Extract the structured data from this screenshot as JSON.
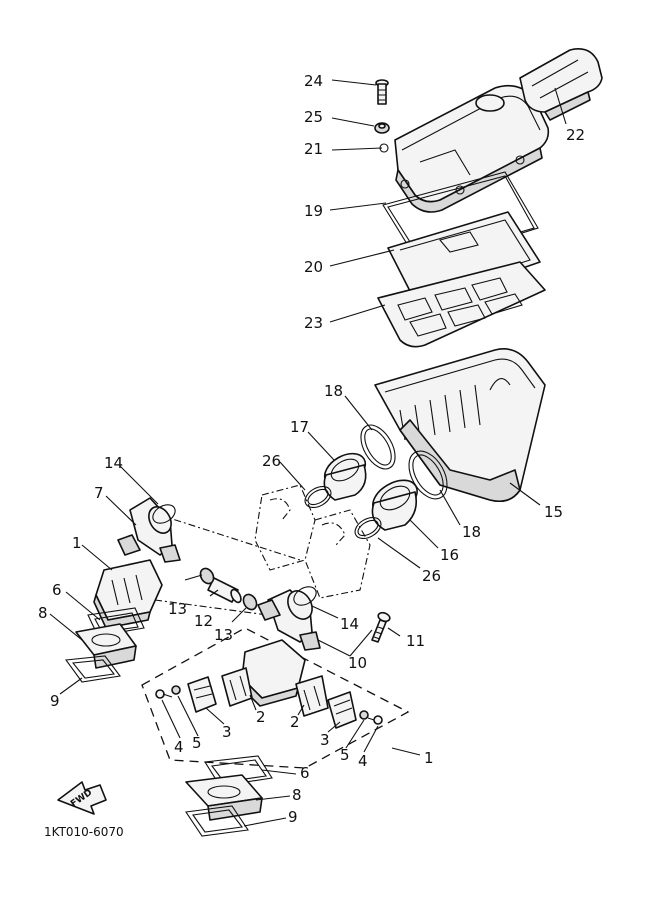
{
  "diagram": {
    "code": "1KT010-6070",
    "fwd": "FWD",
    "labels": {
      "p24": "24",
      "p25": "25",
      "p21": "21",
      "p22": "22",
      "p19": "19",
      "p20": "20",
      "p23": "23",
      "p18a": "18",
      "p17": "17",
      "p26a": "26",
      "p15": "15",
      "p18b": "18",
      "p16": "16",
      "p26b": "26",
      "p14a": "14",
      "p7": "7",
      "p1a": "1",
      "p6a": "6",
      "p8a": "8",
      "p9a": "9",
      "p13a": "13",
      "p12": "12",
      "p13b": "13",
      "p14b": "14",
      "p11": "11",
      "p10": "10",
      "p2a": "2",
      "p2b": "2",
      "p3a": "3",
      "p3b": "3",
      "p4a": "4",
      "p5a": "5",
      "p5b": "5",
      "p4b": "4",
      "p1b": "1",
      "p6b": "6",
      "p8b": "8",
      "p9b": "9"
    }
  }
}
